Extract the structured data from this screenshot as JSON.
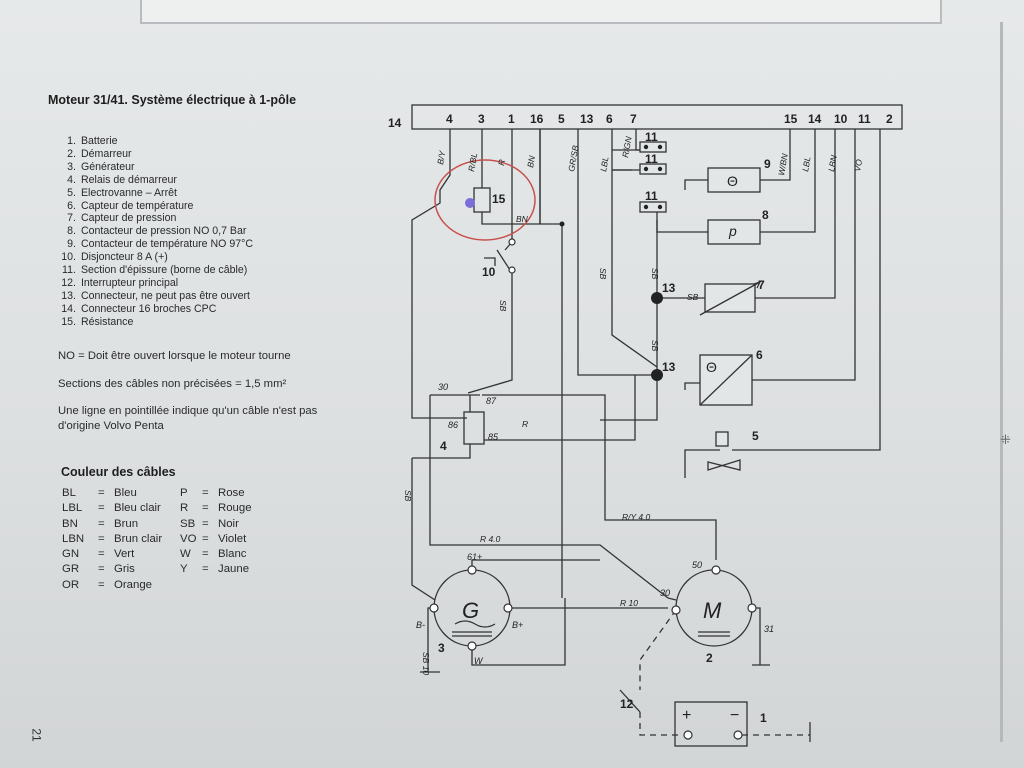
{
  "title": "Moteur 31/41. Système électrique à 1-pôle",
  "legend": [
    {
      "num": "1.",
      "label": "Batterie"
    },
    {
      "num": "2.",
      "label": "Démarreur"
    },
    {
      "num": "3.",
      "label": "Générateur"
    },
    {
      "num": "4.",
      "label": "Relais de démarreur"
    },
    {
      "num": "5.",
      "label": "Electrovanne – Arrêt"
    },
    {
      "num": "6.",
      "label": "Capteur de température"
    },
    {
      "num": "7.",
      "label": "Capteur de pression"
    },
    {
      "num": "8.",
      "label": "Contacteur de pression NO 0,7 Bar"
    },
    {
      "num": "9.",
      "label": "Contacteur de température NO 97°C"
    },
    {
      "num": "10.",
      "label": "Disjoncteur 8 A (+)"
    },
    {
      "num": "11.",
      "label": "Section d'épissure (borne de câble)"
    },
    {
      "num": "12.",
      "label": "Interrupteur principal"
    },
    {
      "num": "13.",
      "label": "Connecteur, ne peut pas être ouvert"
    },
    {
      "num": "14.",
      "label": "Connecteur 16 broches CPC"
    },
    {
      "num": "15.",
      "label": "Résistance"
    }
  ],
  "notes": {
    "no": "NO = Doit être ouvert lorsque le moteur tourne",
    "sections": "Sections des câbles non précisées = 1,5 mm²",
    "dotted1": "Une ligne en pointillée indique qu'un câble n'est pas",
    "dotted2": "d'origine Volvo Penta"
  },
  "colors_title": "Couleur des câbles",
  "colors_left": [
    {
      "code": "BL",
      "name": "Bleu"
    },
    {
      "code": "LBL",
      "name": "Bleu clair"
    },
    {
      "code": "BN",
      "name": "Brun"
    },
    {
      "code": "LBN",
      "name": "Brun clair"
    },
    {
      "code": "GN",
      "name": "Vert"
    },
    {
      "code": "GR",
      "name": "Gris"
    },
    {
      "code": "OR",
      "name": "Orange"
    }
  ],
  "colors_right": [
    {
      "code": "P",
      "name": "Rose"
    },
    {
      "code": "R",
      "name": "Rouge"
    },
    {
      "code": "SB",
      "name": "Noir"
    },
    {
      "code": "VO",
      "name": "Violet"
    },
    {
      "code": "W",
      "name": "Blanc"
    },
    {
      "code": "Y",
      "name": "Jaune"
    }
  ],
  "equals": "=",
  "page_number": "21",
  "diagram": {
    "connector_label": "14",
    "pins": [
      "4",
      "3",
      "1",
      "16",
      "5",
      "13",
      "6",
      "7",
      "15",
      "14",
      "10",
      "11",
      "2"
    ],
    "wire_labels": [
      "B/Y",
      "R/BL",
      "R",
      "BN",
      "GR/SB",
      "LBL",
      "R/GN",
      "W/BN",
      "LBL",
      "LBN",
      "VO",
      "BN",
      "SB",
      "SB",
      "SB",
      "SB",
      "SB",
      "R",
      "SB",
      "R/Y 4.0",
      "R 4.0",
      "R 10",
      "SB 10"
    ],
    "components": {
      "c11": "11",
      "c15": "15",
      "c10": "10",
      "c9": "9",
      "c8": "8",
      "c7": "7",
      "c13": "13",
      "c6": "6",
      "c5": "5",
      "c4": "4",
      "c3": "3",
      "c2": "2",
      "c1": "1",
      "c12": "12"
    },
    "symbols": {
      "theta": "Θ",
      "p": "p",
      "G": "G",
      "M": "M",
      "plus": "+",
      "minus": "−"
    },
    "terminals": {
      "t30": "30",
      "t87": "87",
      "t86": "86",
      "t85": "85",
      "t61": "61+",
      "tBminus": "B-",
      "tBplus": "B+",
      "tW": "W",
      "t30m": "30",
      "t50": "50",
      "t31": "31"
    },
    "cursor_glyph": "⁜"
  }
}
